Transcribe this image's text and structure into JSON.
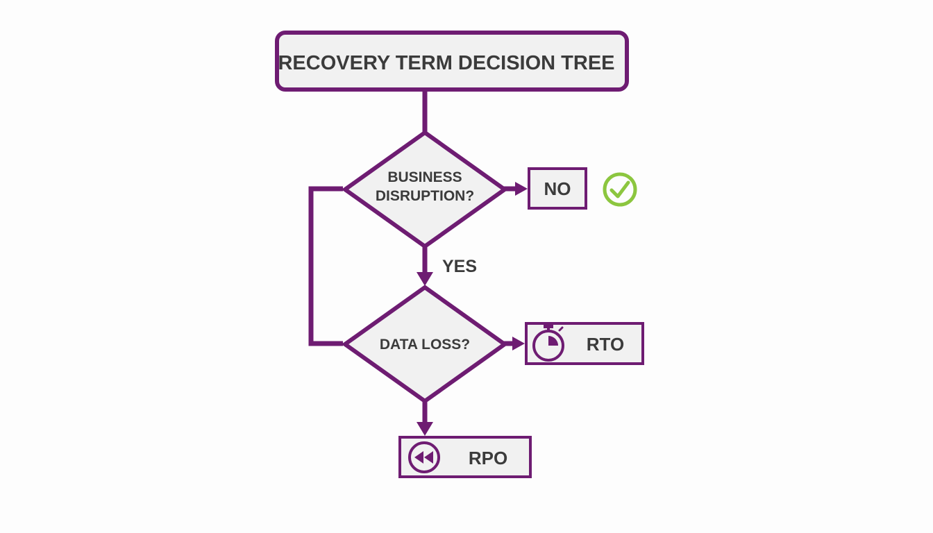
{
  "title": "RECOVERY TERM DECISION TREE",
  "decisions": [
    {
      "id": "business-disruption",
      "lines": [
        "BUSINESS",
        "DISRUPTION?"
      ]
    },
    {
      "id": "data-loss",
      "lines": [
        "DATA LOSS?"
      ]
    }
  ],
  "branch_labels": {
    "yes": "YES"
  },
  "outcomes": {
    "no": {
      "label": "NO",
      "icon": "check-circle-icon",
      "icon_color": "#8cc63f"
    },
    "rto": {
      "label": "RTO",
      "icon": "stopwatch-icon"
    },
    "rpo": {
      "label": "RPO",
      "icon": "rewind-icon"
    }
  },
  "colors": {
    "accent": "#6e1c72",
    "box_fill": "#f1f1f1",
    "text": "#3b3b3b",
    "check": "#8cc63f"
  }
}
